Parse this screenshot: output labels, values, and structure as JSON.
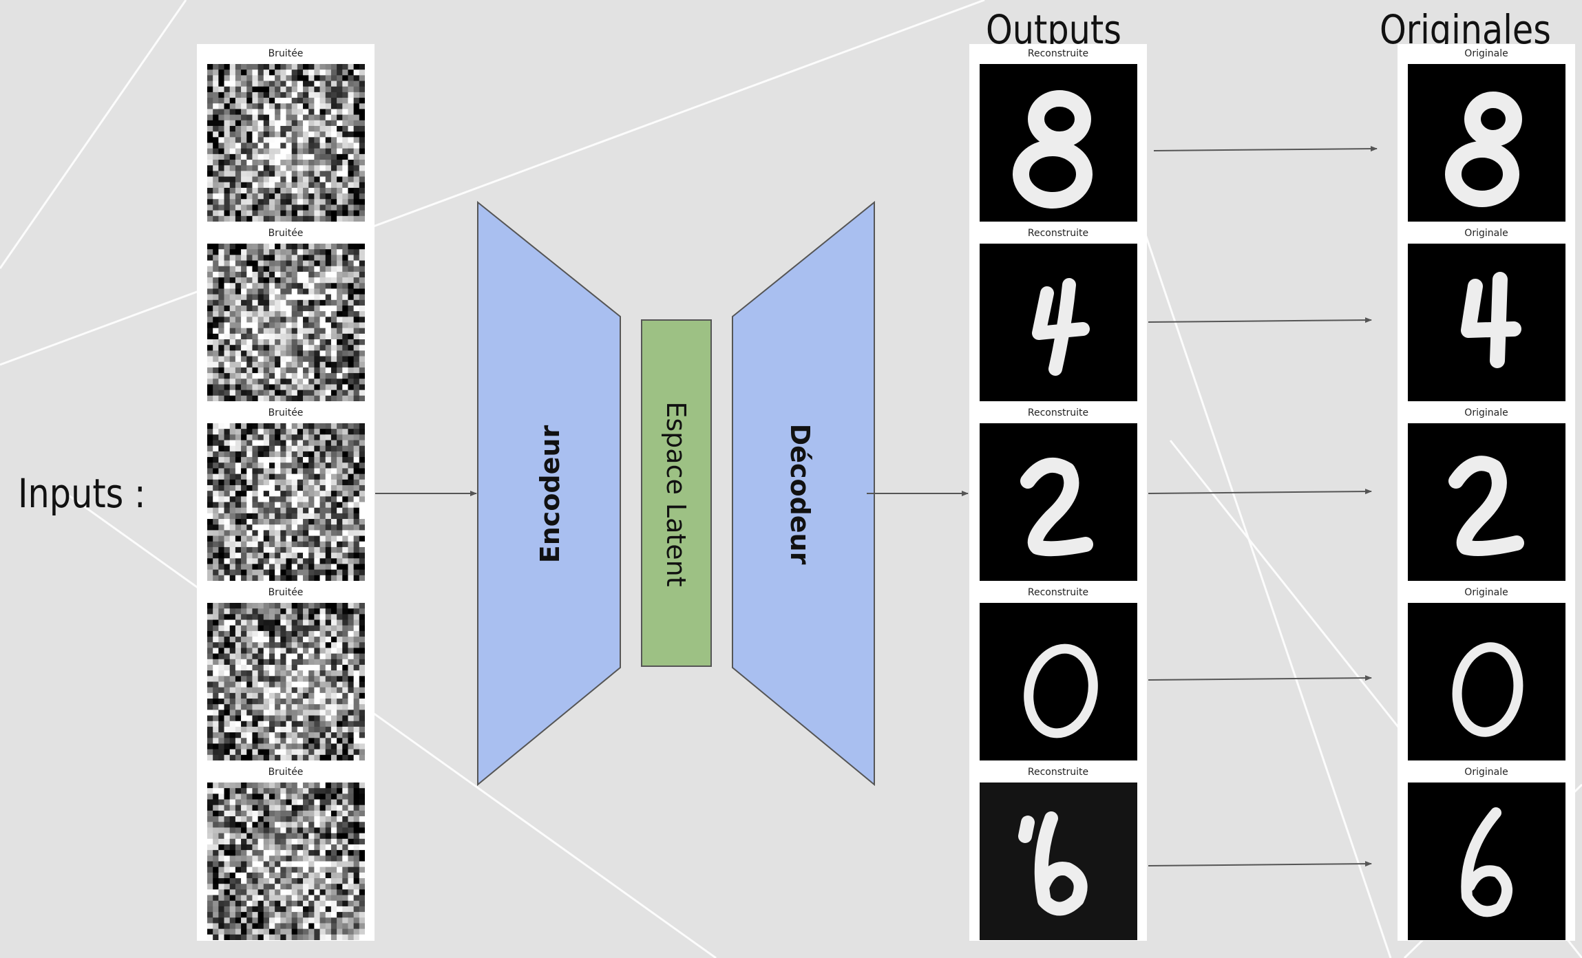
{
  "inputs_label": "Inputs :",
  "outputs_label": "Outputs",
  "originals_label": "Originales",
  "model": {
    "encoder": "Encodeur",
    "latent": "Espace Latent",
    "decoder": "Décodeur"
  },
  "input_panels": [
    {
      "title": "Bruitée"
    },
    {
      "title": "Bruitée"
    },
    {
      "title": "Bruitée"
    },
    {
      "title": "Bruitée"
    },
    {
      "title": "Bruitée"
    }
  ],
  "output_panels": [
    {
      "title": "Reconstruite",
      "digit": "8"
    },
    {
      "title": "Reconstruite",
      "digit": "4"
    },
    {
      "title": "Reconstruite",
      "digit": "2"
    },
    {
      "title": "Reconstruite",
      "digit": "0"
    },
    {
      "title": "Reconstruite",
      "digit": "6"
    }
  ],
  "original_panels": [
    {
      "title": "Originale",
      "digit": "8"
    },
    {
      "title": "Originale",
      "digit": "4"
    },
    {
      "title": "Originale",
      "digit": "2"
    },
    {
      "title": "Originale",
      "digit": "0"
    },
    {
      "title": "Originale",
      "digit": "6"
    }
  ],
  "colors": {
    "background": "#e2e2e2",
    "encoder_decoder_fill": "#a9bff0",
    "latent_fill": "#9dc184",
    "outline": "#555555",
    "arrow": "#555555",
    "image_background": "#000000",
    "digit": "#ffffff"
  }
}
